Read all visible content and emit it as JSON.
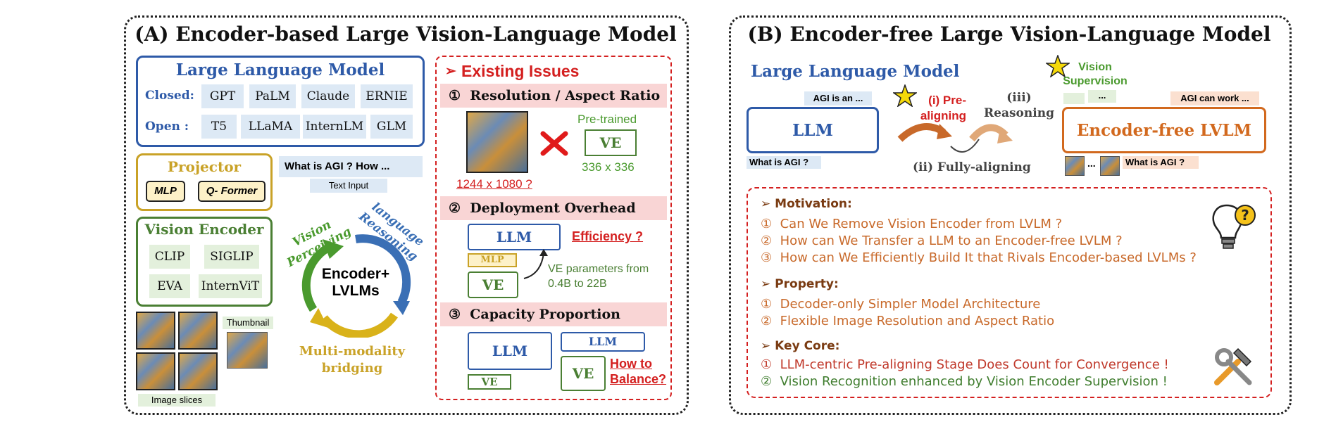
{
  "left": {
    "title": "(A) Encoder-based Large Vision-Language Model",
    "llm": {
      "title": "Large Language Model",
      "closed_label": "Closed:",
      "open_label": "Open :",
      "closed": [
        "GPT",
        "PaLM",
        "Claude",
        "ERNIE"
      ],
      "open": [
        "T5",
        "LLaMA",
        "InternLM",
        "GLM"
      ]
    },
    "projector": {
      "title": "Projector",
      "items": [
        "MLP",
        "Q- Former"
      ]
    },
    "text_input": {
      "query": "What is AGI ? How ...",
      "label": "Text Input"
    },
    "vision_encoder": {
      "title": "Vision Encoder",
      "items": [
        "CLIP",
        "SIGLIP",
        "EVA",
        "InternViT"
      ]
    },
    "cycle": {
      "center": "Encoder+ LVLMs",
      "vision": "Vision Perceiving",
      "language": "language Reasoning",
      "bridge": "Multi-modality bridging"
    },
    "thumbnail_label": "Thumbnail",
    "slices_label": "Image slices",
    "issues": {
      "title": "Existing Issues",
      "items": [
        {
          "num": "①",
          "label": "Resolution / Aspect Ratio"
        },
        {
          "num": "②",
          "label": "Deployment Overhead"
        },
        {
          "num": "③",
          "label": "Capacity Proportion"
        }
      ],
      "res": {
        "pretrained": "Pre-trained",
        "ve": "VE",
        "size": "336 x 336",
        "img_size": "1244 x 1080 ?"
      },
      "deploy": {
        "llm": "LLM",
        "mlp": "MLP",
        "ve": "VE",
        "efficiency": "Efficiency ?",
        "params": "VE parameters from 0.4B to 22B"
      },
      "capacity": {
        "llm_big": "LLM",
        "ve_small": "VE",
        "llm_small": "LLM",
        "ve_big": "VE",
        "balance": "How to Balance?"
      }
    }
  },
  "right": {
    "title": "(B) Encoder-free Large Vision-Language Model",
    "llm_title": "Large Language Model",
    "llm_box": "LLM",
    "agi_is_an": "AGI is an ...",
    "what_is_agi": "What is AGI ?",
    "stage1": "(i) Pre-aligning",
    "stage2": "(ii) Fully-aligning",
    "stage3": "(iii) Reasoning",
    "vision_sup": "Vision Supervision",
    "dots": "...",
    "agi_can_work": "AGI can work ...",
    "free_box": "Encoder-free LVLM",
    "input_dots": "...",
    "input_query": "What is AGI ?",
    "motivation": {
      "title": "Motivation:",
      "items": [
        {
          "num": "①",
          "text": "Can We Remove Vision Encoder from LVLM ?"
        },
        {
          "num": "②",
          "text": "How can We Transfer a LLM to an Encoder-free LVLM ?"
        },
        {
          "num": "③",
          "text": "How can We Efficiently Build It that Rivals Encoder-based LVLMs ?"
        }
      ]
    },
    "property": {
      "title": "Property:",
      "items": [
        {
          "num": "①",
          "text": "Decoder-only Simpler Model Architecture"
        },
        {
          "num": "②",
          "text": "Flexible Image Resolution and Aspect Ratio"
        }
      ]
    },
    "keycore": {
      "title": "Key Core:",
      "items": [
        {
          "num": "①",
          "text": "LLM-centric Pre-aligning Stage Does Count for Convergence !"
        },
        {
          "num": "②",
          "text": "Vision Recognition enhanced by Vision Encoder Supervision !"
        }
      ]
    }
  },
  "colors": {
    "blue": "#2e5aa8",
    "gold": "#c9a227",
    "green": "#4a7f33",
    "red": "#d42020",
    "orange": "#d2691e"
  }
}
